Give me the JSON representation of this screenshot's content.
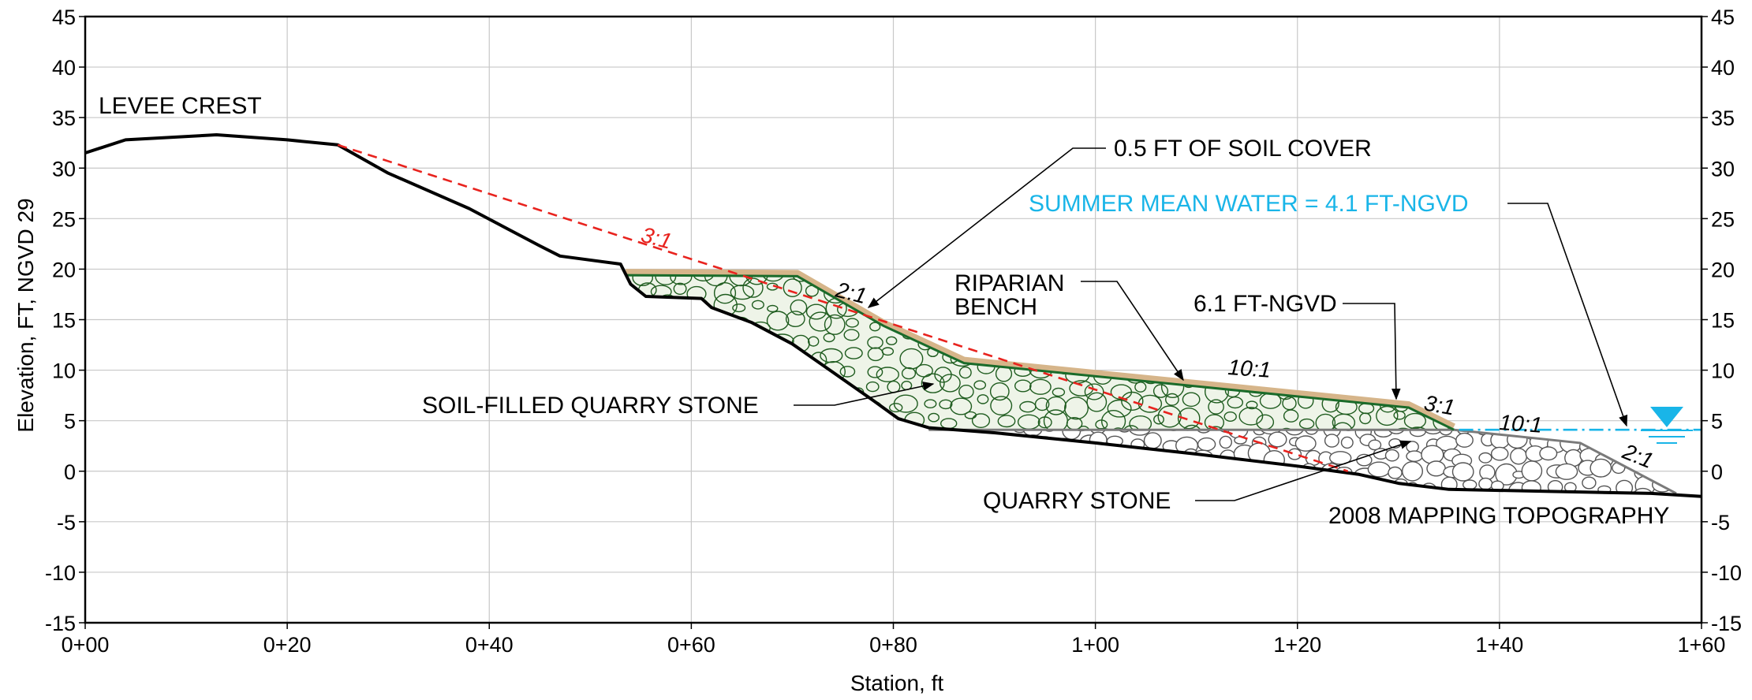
{
  "chart_data": {
    "type": "cross-section",
    "title": "",
    "xlabel": "Station, ft",
    "ylabel": "Elevation, FT, NGVD 29",
    "xlim": [
      0,
      160
    ],
    "ylim": [
      -15,
      45
    ],
    "x_ticks": [
      {
        "v": 0,
        "label": "0+00"
      },
      {
        "v": 20,
        "label": "0+20"
      },
      {
        "v": 40,
        "label": "0+40"
      },
      {
        "v": 60,
        "label": "0+60"
      },
      {
        "v": 80,
        "label": "0+80"
      },
      {
        "v": 100,
        "label": "1+00"
      },
      {
        "v": 120,
        "label": "1+20"
      },
      {
        "v": 140,
        "label": "1+40"
      },
      {
        "v": 160,
        "label": "1+60"
      }
    ],
    "y_ticks": [
      -15,
      -10,
      -5,
      0,
      5,
      10,
      15,
      20,
      25,
      30,
      35,
      40,
      45
    ],
    "grid": true,
    "series": [
      {
        "name": "2008 MAPPING TOPOGRAPHY",
        "color": "#000000",
        "points": [
          [
            0,
            31.5
          ],
          [
            4,
            32.8
          ],
          [
            13,
            33.3
          ],
          [
            20,
            32.8
          ],
          [
            25,
            32.3
          ],
          [
            30,
            29.5
          ],
          [
            38,
            26
          ],
          [
            45,
            22.3
          ],
          [
            47,
            21.3
          ],
          [
            53,
            20.5
          ],
          [
            54,
            18.5
          ],
          [
            55.5,
            17.3
          ],
          [
            61,
            17.1
          ],
          [
            62,
            16.2
          ],
          [
            66,
            14.7
          ],
          [
            70,
            12.6
          ],
          [
            74,
            9.8
          ],
          [
            78,
            7
          ],
          [
            80.5,
            5.2
          ],
          [
            83.5,
            4.3
          ],
          [
            90,
            3.8
          ],
          [
            100,
            2.8
          ],
          [
            110,
            1.7
          ],
          [
            120,
            0.5
          ],
          [
            126,
            -0.3
          ],
          [
            130,
            -1.2
          ],
          [
            135,
            -1.8
          ],
          [
            145,
            -2
          ],
          [
            155,
            -2.2
          ],
          [
            160,
            -2.5
          ]
        ]
      },
      {
        "name": "3:1",
        "color": "#e8231e",
        "dashed": true,
        "points": [
          [
            25,
            32.3
          ],
          [
            125,
            0
          ]
        ]
      },
      {
        "name": "SUMMER MEAN WATER = 4.1 FT-NGVD",
        "color": "#19b5e8",
        "dashed": true,
        "points": [
          [
            136,
            4.1
          ],
          [
            160,
            4.1
          ]
        ]
      }
    ],
    "soil_filled_quarry_stone": [
      [
        53.5,
        19.4
      ],
      [
        70.5,
        19.3
      ],
      [
        79,
        14.4
      ],
      [
        87,
        10.7
      ],
      [
        131,
        6.3
      ],
      [
        135.5,
        4.1
      ],
      [
        83.5,
        4.1
      ],
      [
        83.5,
        4.3
      ],
      [
        80.5,
        5.2
      ],
      [
        78,
        7
      ],
      [
        74,
        9.8
      ],
      [
        70,
        12.6
      ],
      [
        66,
        14.7
      ],
      [
        62,
        16.2
      ],
      [
        61,
        17.1
      ],
      [
        55.5,
        17.3
      ],
      [
        54,
        18.5
      ]
    ],
    "soil_cover": [
      [
        53.5,
        19.4
      ],
      [
        70.5,
        19.3
      ],
      [
        79,
        14.4
      ],
      [
        87,
        10.7
      ],
      [
        131,
        6.3
      ],
      [
        135.5,
        4.1
      ]
    ],
    "quarry_stone": [
      [
        83.5,
        4.1
      ],
      [
        135.5,
        4.1
      ],
      [
        148,
        2.8
      ],
      [
        157.5,
        -2.2
      ],
      [
        145,
        -2
      ],
      [
        135,
        -1.8
      ],
      [
        130,
        -1.2
      ],
      [
        126,
        -0.3
      ],
      [
        120,
        0.5
      ],
      [
        110,
        1.7
      ],
      [
        100,
        2.8
      ],
      [
        90,
        3.8
      ],
      [
        83.5,
        4.3
      ]
    ],
    "annotations": {
      "levee_crest": "LEVEE CREST",
      "soil_cover": "0.5 FT OF SOIL COVER",
      "summer_water": "SUMMER MEAN WATER = 4.1 FT-NGVD",
      "riparian_bench_line1": "RIPARIAN",
      "riparian_bench_line2": "BENCH",
      "elev_61": "6.1 FT-NGVD",
      "soil_filled_quarry_stone": "SOIL-FILLED QUARRY STONE",
      "quarry_stone": "QUARRY STONE",
      "topo_2008": "2008 MAPPING TOPOGRAPHY"
    },
    "slope_labels": {
      "red_3to1": "3:1",
      "upper_2to1": "2:1",
      "bench_10to1": "10:1",
      "lower_3to1": "3:1",
      "toe_10to1": "10:1",
      "toe_2to1": "2:1"
    },
    "colors": {
      "soil_fill": "#eef4e8",
      "soil_stones": "#1f5c1f",
      "soil_top_line": "#1a6b2a",
      "soil_cover": "#d6b58a",
      "quarry_fill": "#ffffff",
      "quarry_stones": "#555555",
      "quarry_edge": "#7a7a7a",
      "water": "#19b5e8",
      "red_slope": "#e8231e",
      "grid": "#c8c8c8"
    }
  }
}
